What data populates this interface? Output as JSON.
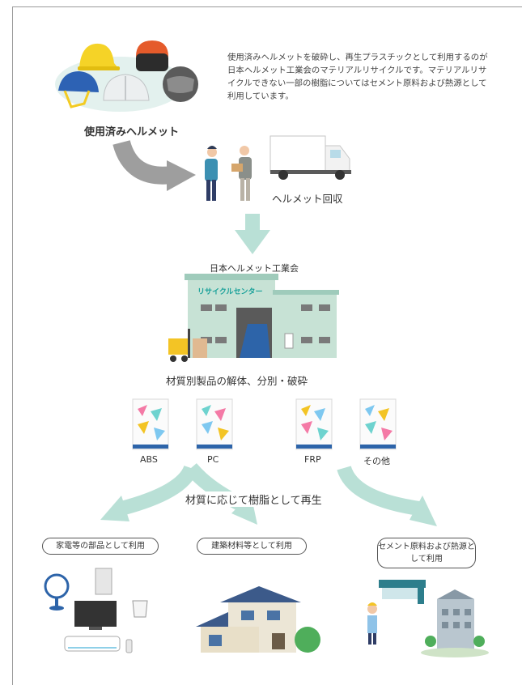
{
  "description": "使用済みヘルメットを破砕し、再生プラスチックとして利用するのが日本ヘルメット工業会のマテリアルリサイクルです。マテリアルリサイクルできない一部の樹脂についてはセメント原料および熱源として利用しています。",
  "labels": {
    "used_helmets": "使用済みヘルメット",
    "collection": "ヘルメット回収",
    "association": "日本ヘルメット工業会",
    "center_sign": "リサイクルセンター",
    "processing": "材質別製品の解体、分別・破砕",
    "regeneration": "材質に応じて樹脂として再生"
  },
  "materials": [
    "ABS",
    "PC",
    "FRP",
    "その他"
  ],
  "uses": {
    "appliances": "家電等の部品として利用",
    "building": "建築材料等として利用",
    "cement": "セメント原料および熱源として利用"
  },
  "colors": {
    "arrow_green": "#b9e0d6",
    "arrow_gray": "#9e9e9e",
    "building": "#c7e2d5",
    "accent": "#1aa19a"
  }
}
